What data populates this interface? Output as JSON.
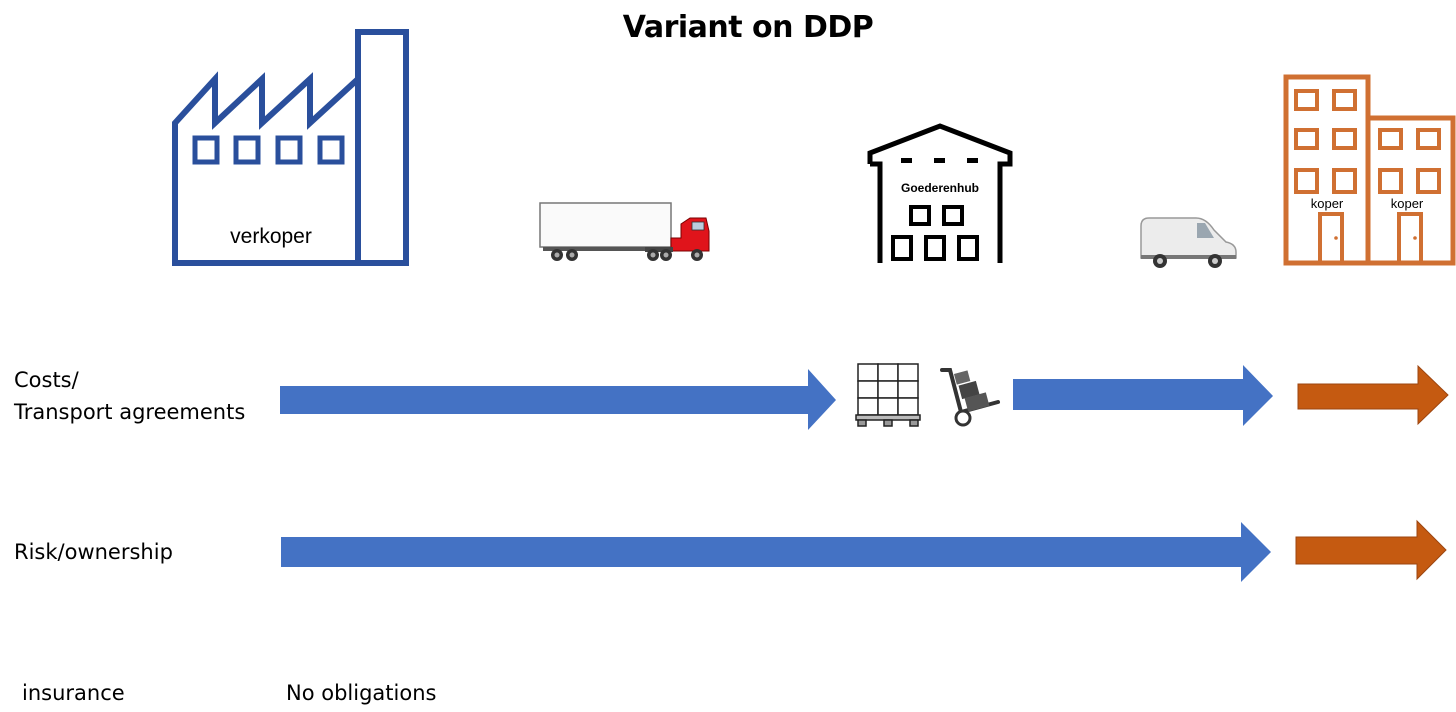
{
  "title": "Variant on DDP",
  "parties": {
    "seller_label": "verkoper",
    "hub_label": "Goederenhub",
    "buyer_label_1": "koper",
    "buyer_label_2": "koper"
  },
  "rows": {
    "costs_line1": "Costs/",
    "costs_line2": "Transport agreements",
    "risk": "Risk/ownership",
    "insurance": "insurance",
    "insurance_value": "No obligations"
  },
  "colors": {
    "seller_blue": "#2a4f9c",
    "arrow_blue": "#4472c4",
    "arrow_orange": "#c55a11",
    "buyer_orange": "#d07032",
    "truck_red": "#e0141b"
  },
  "icons": [
    "factory-icon",
    "truck-icon",
    "warehouse-icon",
    "van-icon",
    "office-building-icon",
    "pallet-icon",
    "hand-truck-icon"
  ]
}
